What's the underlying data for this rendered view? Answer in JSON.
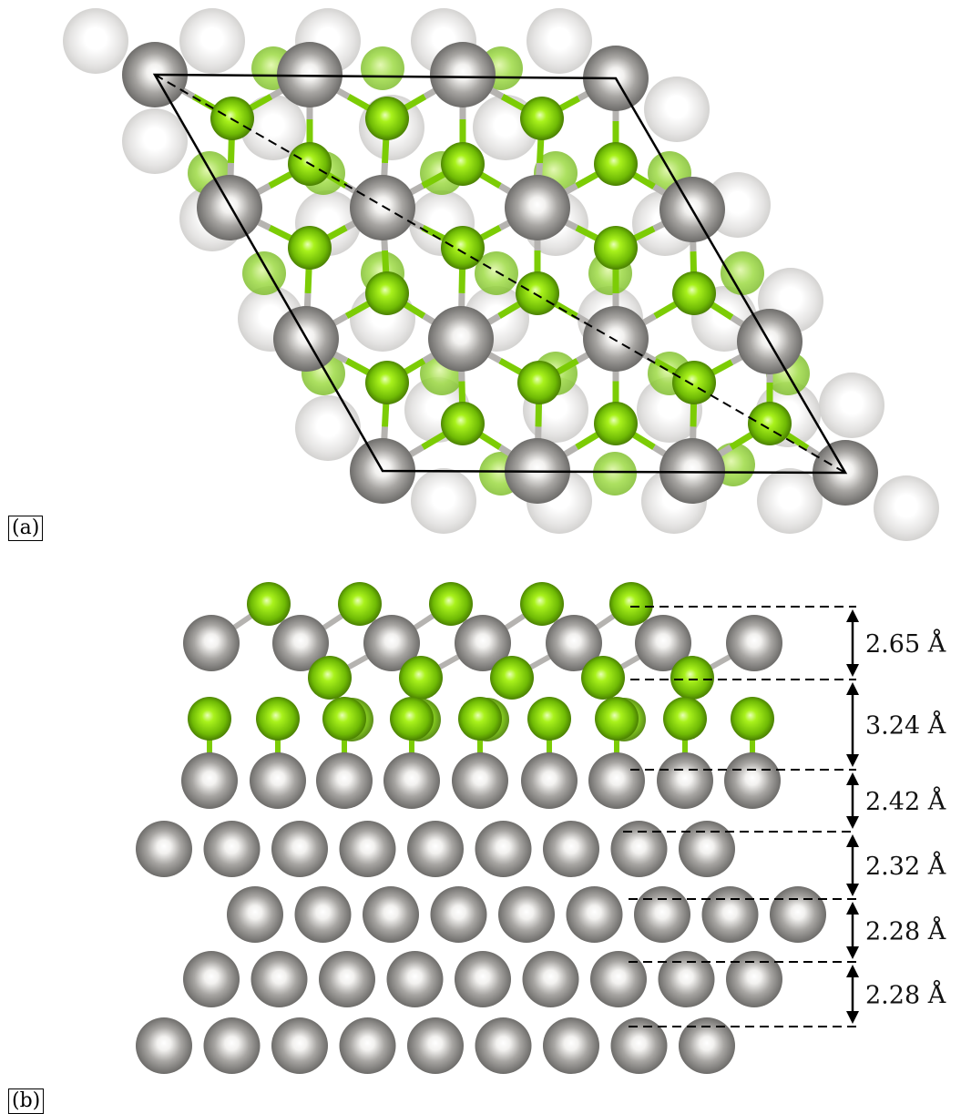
{
  "figure": {
    "panel_a_label": "(a)",
    "panel_b_label": "(b)"
  },
  "colors": {
    "metal_atom": "#8c8b89",
    "halogen_atom": "#7ccc05",
    "bond": "#b5b3b0",
    "dashed_line": "#000000"
  },
  "panel_b": {
    "spacings": [
      {
        "label": "2.65 Å"
      },
      {
        "label": "3.24 Å"
      },
      {
        "label": "2.42 Å"
      },
      {
        "label": "2.32 Å"
      },
      {
        "label": "2.28 Å"
      },
      {
        "label": "2.28 Å"
      }
    ]
  }
}
